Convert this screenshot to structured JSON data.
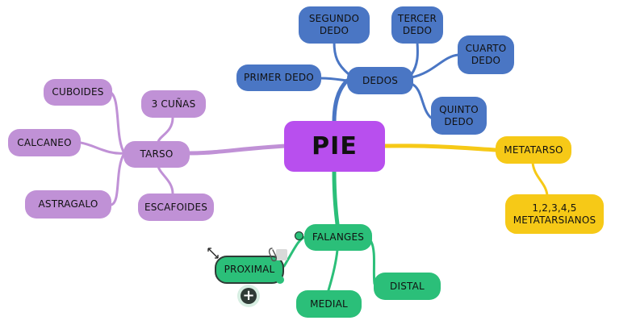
{
  "root": {
    "label": "PIE"
  },
  "dedos": {
    "label": "DEDOS",
    "children": {
      "primer": "PRIMER DEDO",
      "segundo": "SEGUNDO\nDEDO",
      "tercer": "TERCER\nDEDO",
      "cuarto": "CUARTO\nDEDO",
      "quinto": "QUINTO\nDEDO"
    }
  },
  "tarso": {
    "label": "TARSO",
    "children": {
      "cunas": "3 CUÑAS",
      "cuboides": "CUBOIDES",
      "calcaneo": "CALCANEO",
      "astragalo": "ASTRAGALO",
      "escafoides": "ESCAFOIDES"
    }
  },
  "metatarso": {
    "label": "METATARSO",
    "children": {
      "metatarsianos": "1,2,3,4,5\nMETATARSIANOS"
    }
  },
  "falanges": {
    "label": "FALANGES",
    "children": {
      "proximal": "PROXIMAL",
      "medial": "MEDIAL",
      "distal": "DISTAL"
    }
  },
  "colors": {
    "root": "#b84fee",
    "blue": "#4a76c4",
    "purple": "#c091d6",
    "yellow": "#f6c917",
    "green": "#2bbf79"
  },
  "icons": [
    "resize-arrows-icon",
    "attach-paperclip-icon",
    "add-child-plus-icon"
  ]
}
